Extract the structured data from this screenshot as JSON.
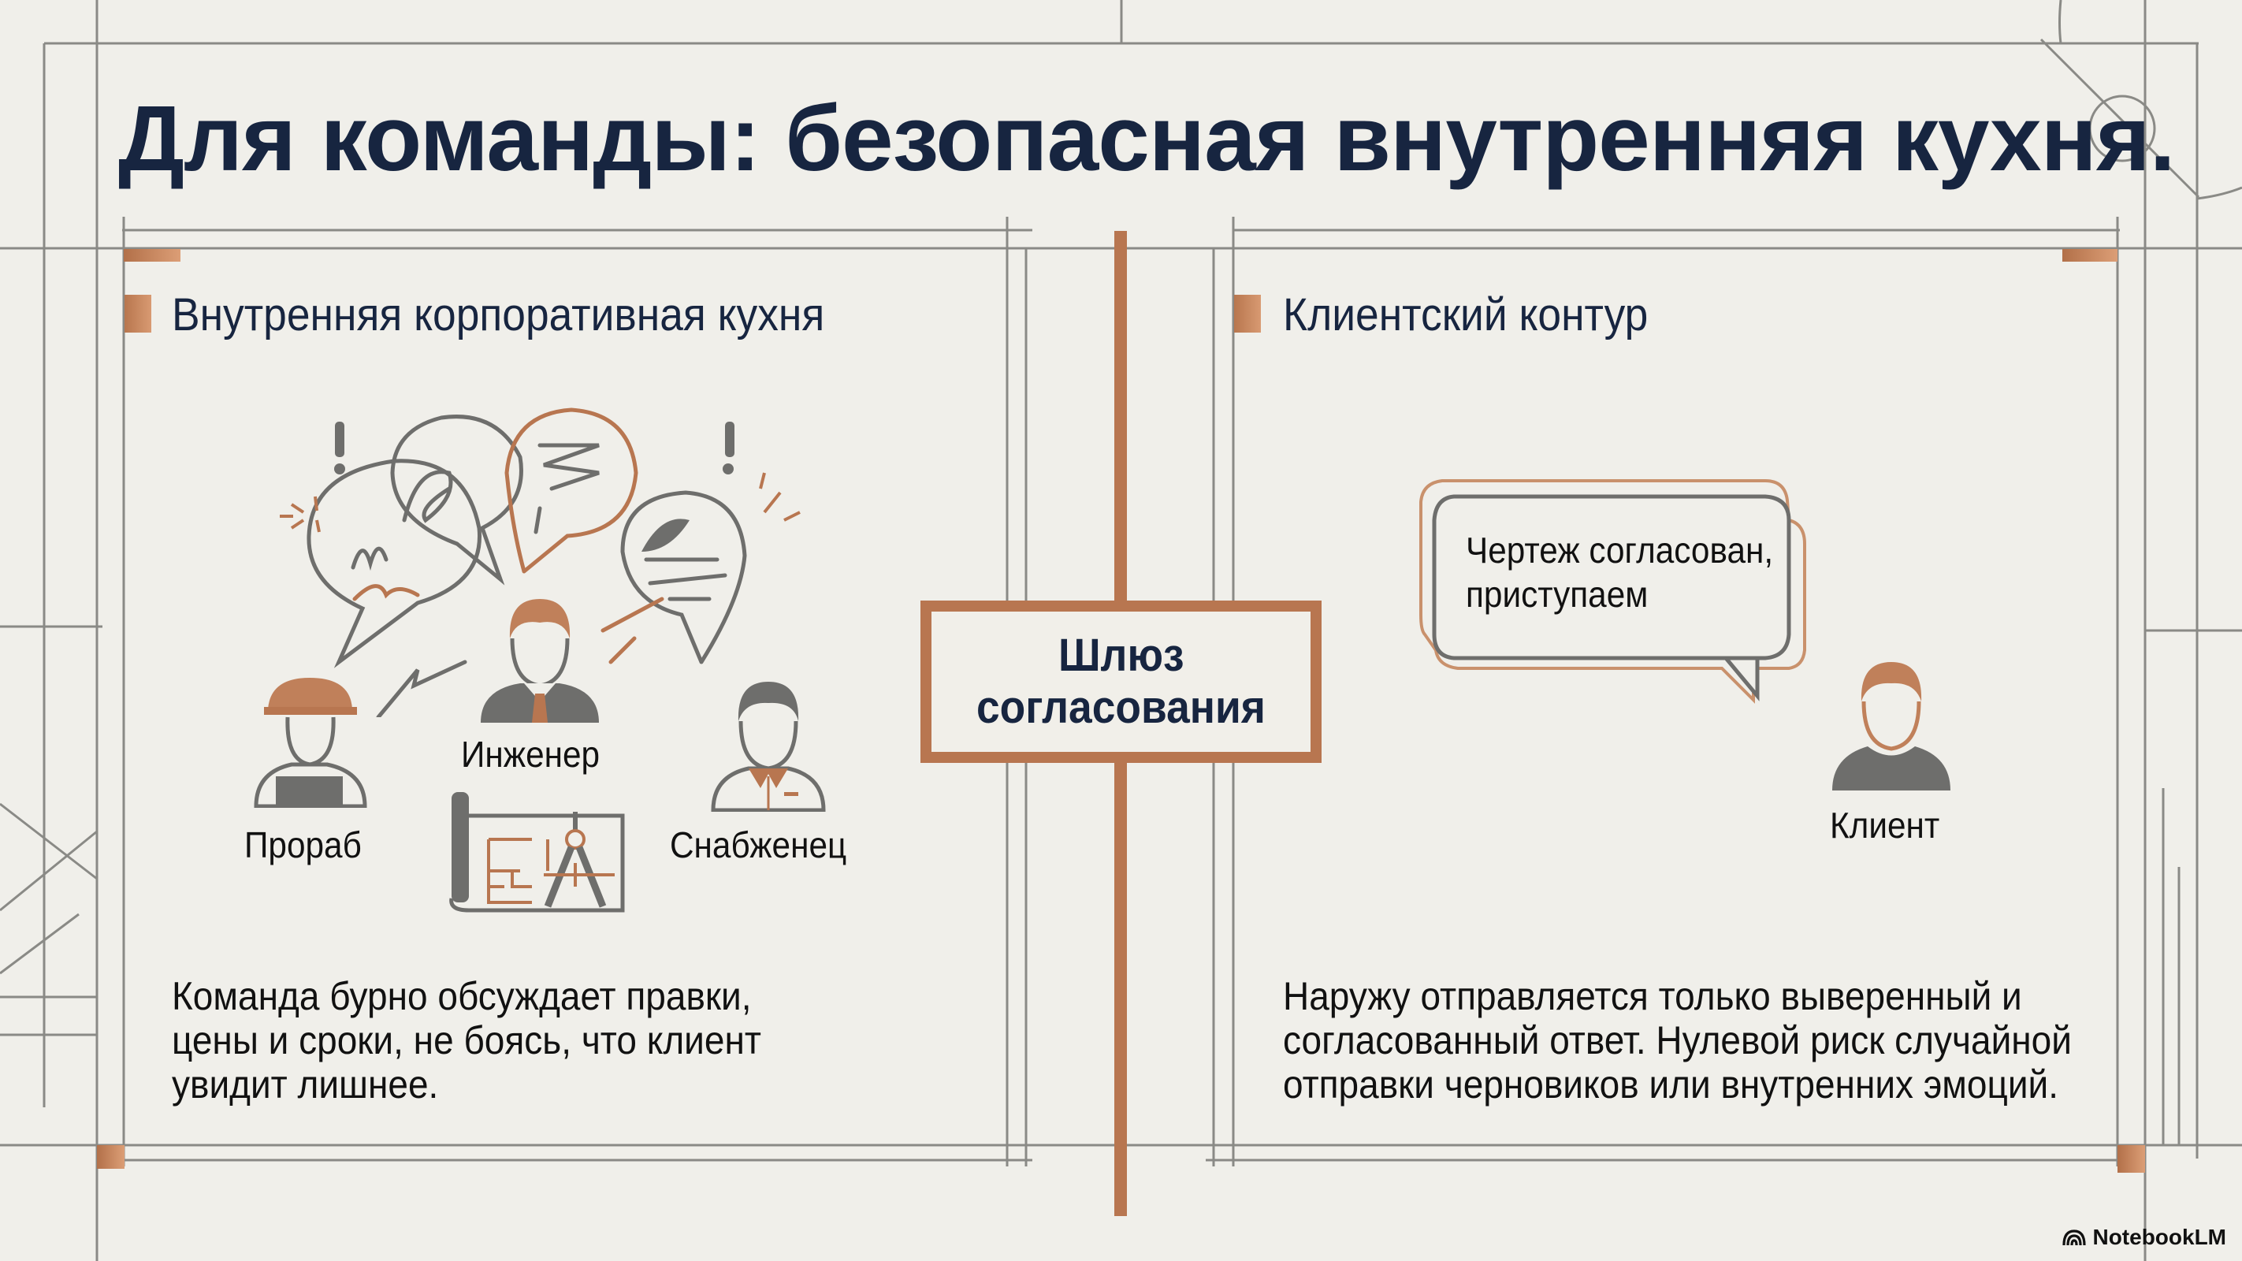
{
  "title": "Для команды: безопасная внутренняя кухня.",
  "left_panel": {
    "heading": "Внутренняя корпоративная кухня",
    "roles": [
      {
        "label": "Прораб",
        "icon": "foreman-hardhat-icon"
      },
      {
        "label": "Инженер",
        "icon": "engineer-tie-icon"
      },
      {
        "label": "Снабженец",
        "icon": "supplier-icon"
      }
    ],
    "illustration": [
      "chaotic-speech-bubbles-icon",
      "blueprint-compass-icon"
    ],
    "description_lines": [
      "Команда бурно обсуждает правки,",
      "цены и сроки, не боясь, что клиент",
      "увидит лишнее."
    ]
  },
  "gate": {
    "line1": "Шлюз",
    "line2": "согласования"
  },
  "right_panel": {
    "heading": "Клиентский контур",
    "bubble_lines": [
      "Чертеж согласован,",
      "приступаем"
    ],
    "client_label": "Клиент",
    "description_lines": [
      "Наружу отправляется только выверенный и",
      "согласованный ответ. Нулевой риск случайной",
      "отправки черновиков или внутренних эмоций."
    ]
  },
  "branding": {
    "label": "NotebookLM",
    "icon": "notebooklm-logo-icon"
  },
  "colors": {
    "accent_copper": "#b87650",
    "navy_text": "#172540",
    "background": "#f0efea",
    "line_gray": "#8a8a86",
    "figure_gray": "#6e6e6c"
  }
}
